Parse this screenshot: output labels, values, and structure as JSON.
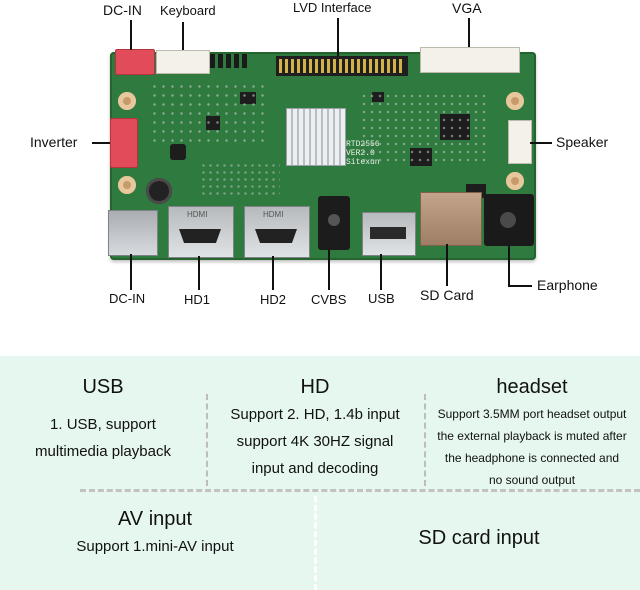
{
  "labels": {
    "dc_in_top": "DC-IN",
    "keyboard": "Keyboard",
    "lvd_interface": "LVD Interface",
    "vga": "VGA",
    "inverter": "Inverter",
    "speaker": "Speaker",
    "earphone": "Earphone",
    "dc_in_bottom": "DC-IN",
    "hd1": "HD1",
    "hd2": "HD2",
    "cvbs": "CVBS",
    "usb": "USB",
    "sd_card": "SD Card"
  },
  "board_marks": {
    "chip_text_1": "RTD2556",
    "chip_text_2": "VER2.0",
    "chip_text_3": "Sitexun",
    "hdmi_port_1_text": "HDMI",
    "hdmi_port_2_text": "HDMI"
  },
  "features": {
    "usb": {
      "title": "USB",
      "lines": [
        "1. USB, support",
        "multimedia playback"
      ]
    },
    "hd": {
      "title": "HD",
      "lines": [
        "Support 2. HD, 1.4b input",
        "support 4K 30HZ signal",
        "input and decoding"
      ]
    },
    "headset": {
      "title": "headset",
      "lines": [
        "Support 3.5MM port headset output",
        "the external playback is muted after",
        "the headphone is connected and",
        "no sound output"
      ]
    },
    "av": {
      "title": "AV input",
      "lines": [
        "Support 1.mini-AV input"
      ]
    },
    "sd": {
      "title": "SD card input"
    }
  },
  "colors": {
    "board_green": "#2f7a3e",
    "panel_mint": "#e6f7ef",
    "connector_red": "#e24b5a",
    "connector_white": "#f3f1ea",
    "heatsink_silver": "#d9dde0"
  }
}
